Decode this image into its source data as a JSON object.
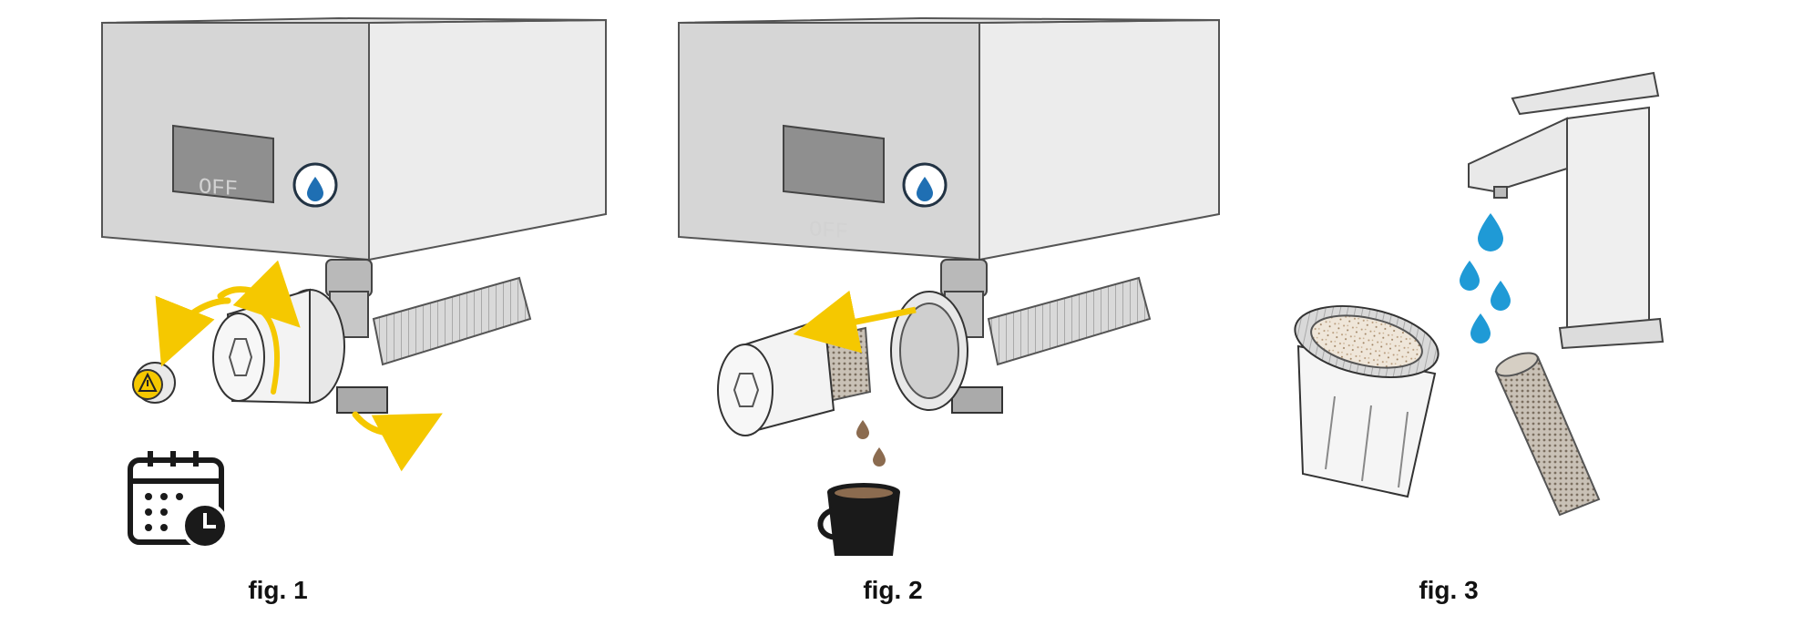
{
  "panels": [
    {
      "caption": "fig. 1",
      "panel_label": "OFF"
    },
    {
      "caption": "fig. 2",
      "panel_label": "OFF"
    },
    {
      "caption": "fig. 3"
    }
  ],
  "colors": {
    "box_front": "#d6d6d6",
    "box_side": "#e6e6e6",
    "panel": "#8f8f8f",
    "arrow": "#f5c800",
    "water": "#1f9ad6",
    "dark": "#1a1a1a",
    "dirt": "#8b6b4f"
  },
  "icons": [
    "calendar-clock-icon",
    "bucket-icon",
    "water-drop-icon",
    "warning-icon"
  ]
}
